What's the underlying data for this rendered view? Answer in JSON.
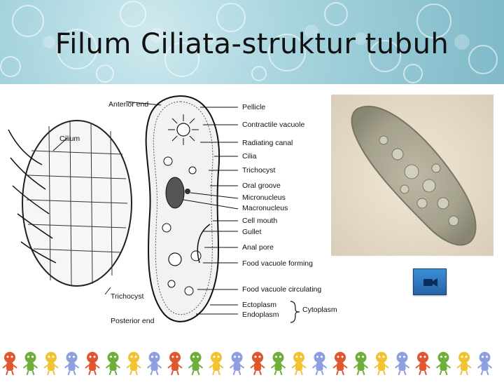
{
  "slide": {
    "title": "Filum Ciliata-struktur tubuh"
  },
  "diagram": {
    "labels": {
      "anterior_end": "Anterior end",
      "cilium": "Cilium",
      "trichocyst_left": "Trichocyst",
      "posterior_end": "Posterior end",
      "pellicle": "Pellicle",
      "contractile_vacuole": "Contractile vacuole",
      "radiating_canal": "Radiating canal",
      "cilia": "Cilia",
      "trichocyst": "Trichocyst",
      "oral_groove": "Oral groove",
      "micronucleus": "Micronucleus",
      "macronucleus": "Macronucleus",
      "cell_mouth": "Cell mouth",
      "gullet": "Gullet",
      "anal_pore": "Anal pore",
      "food_vacuole_forming": "Food vacuole forming",
      "food_vacuole_circulating": "Food vacuole circulating",
      "ectoplasm": "Ectoplasm",
      "endoplasm": "Endoplasm",
      "cytoplasm": "Cytoplasm"
    }
  },
  "media": {
    "button_icon": "video-camera-icon"
  },
  "colors": {
    "button": "#2f78c4",
    "banner": "#a7d4de"
  }
}
